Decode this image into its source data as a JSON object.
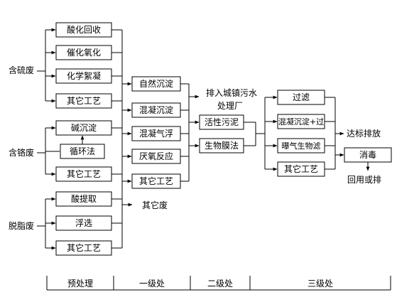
{
  "sources": {
    "sulfur": "含硫废",
    "chrome": "含铬废",
    "degrease": "脱脂废"
  },
  "pretreatment": {
    "sulfur": [
      "酸化回收",
      "催化氧化",
      "化学絮凝",
      "其它工艺"
    ],
    "chrome": [
      "碱沉淀",
      "循环法",
      "其它工艺"
    ],
    "degrease": [
      "酸提取",
      "浮选",
      "其它工艺"
    ]
  },
  "primary": [
    "自然沉淀",
    "混凝沉淀",
    "混凝气浮",
    "厌氧反应",
    "其它工艺"
  ],
  "other_waste": "其它废",
  "urban_discharge": [
    "排入城镇污水",
    "处理厂"
  ],
  "secondary": [
    "活性污泥",
    "生物膜法"
  ],
  "tertiary": [
    "过滤",
    "混凝沉淀+过",
    "曝气生物滤",
    "其它工艺"
  ],
  "discharge": "达标排放",
  "disinfection": "消毒",
  "reuse": "回用或排",
  "stages": [
    "预处理",
    "一级处",
    "二级处",
    "三级处"
  ]
}
